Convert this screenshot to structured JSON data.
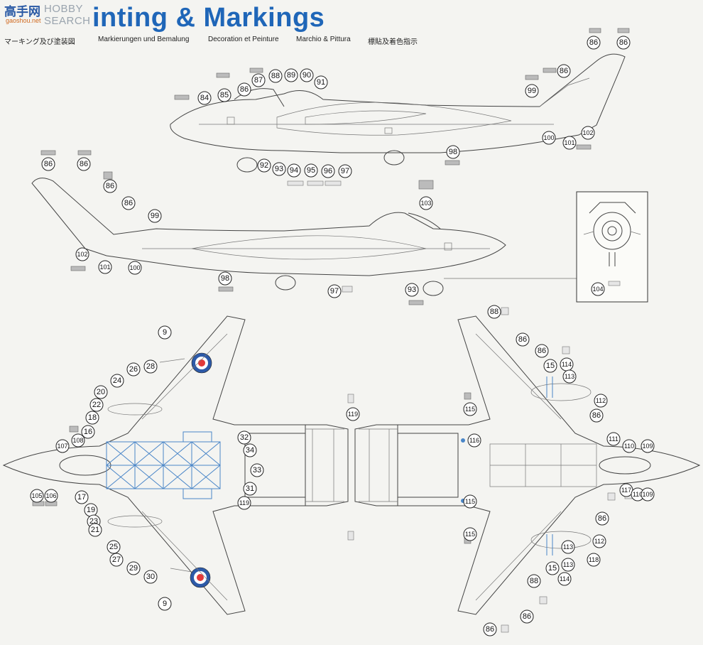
{
  "header": {
    "title": "inting & Markings",
    "subtitles": [
      "マーキング及び塗装図",
      "Markierungen und Bemalung",
      "Decoration et Peinture",
      "Marchio & Pittura",
      "標貼及着色指示"
    ]
  },
  "watermark": {
    "search_text": "HOBBY SEARCH",
    "cn_text": "高手网",
    "url_text": "gaoshou.net"
  },
  "colors": {
    "title": "#1f66b8",
    "roundel_outer": "#2d5aa8",
    "roundel_inner": "#e23a3a",
    "panel_lines": "#4a86c8",
    "decal_gray": "#bbbbbb"
  },
  "callouts": {
    "side_view_right": [
      "84",
      "85",
      "86",
      "87",
      "88",
      "89",
      "90",
      "91",
      "92",
      "93",
      "94",
      "95",
      "96",
      "97",
      "98",
      "99",
      "100",
      "101",
      "102",
      "86",
      "86",
      "86"
    ],
    "side_view_left": [
      "86",
      "86",
      "86",
      "86",
      "99",
      "103",
      "102",
      "101",
      "100",
      "98",
      "97",
      "93"
    ],
    "detail_inset": [
      "104"
    ],
    "top_view": [
      "9",
      "9",
      "26",
      "28",
      "24",
      "20",
      "22",
      "18",
      "16",
      "107",
      "108",
      "105",
      "106",
      "17",
      "19",
      "23",
      "21",
      "25",
      "27",
      "29",
      "30",
      "32",
      "34",
      "33",
      "31",
      "119",
      "119"
    ],
    "bottom_view": [
      "88",
      "86",
      "86",
      "15",
      "114",
      "113",
      "112",
      "115",
      "116",
      "86",
      "111",
      "110",
      "109",
      "117",
      "110",
      "109",
      "113",
      "115",
      "115",
      "86",
      "112",
      "113",
      "118",
      "15",
      "114",
      "88",
      "86",
      "86"
    ]
  }
}
